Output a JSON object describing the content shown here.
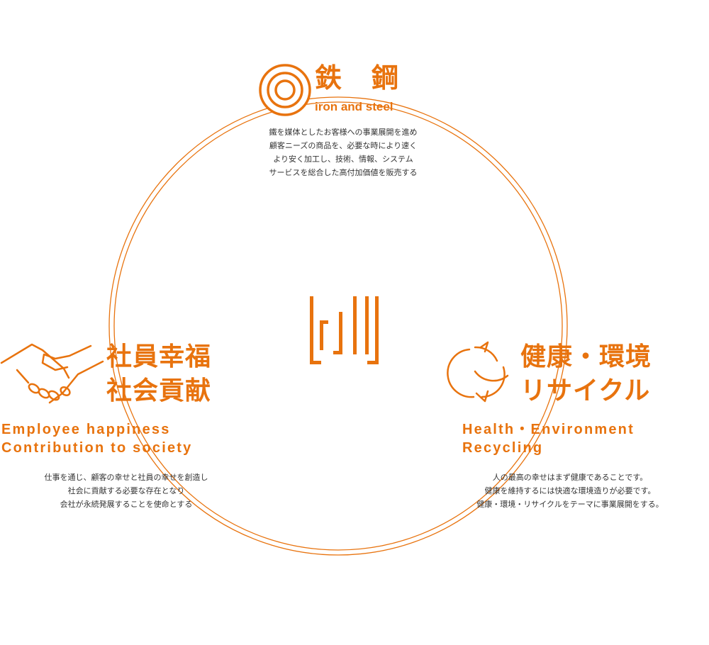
{
  "colors": {
    "accent": "#e8730e",
    "text": "#333333",
    "background": "#ffffff"
  },
  "center": {
    "logo_icon": "company-logo-icon"
  },
  "iron": {
    "title": "鉄　鋼",
    "subtitle": "iron and steel",
    "icon": "target-rings-icon",
    "desc": [
      "鐵を媒体としたお客様への事業展開を進め",
      "顧客ニーズの商品を、必要な時により速く",
      "より安く加工し、技術、情報、システム",
      "サービスを総合した高付加価値を販売する"
    ]
  },
  "social": {
    "title_lines": [
      "社員幸福",
      "社会貢献"
    ],
    "subtitle_lines": [
      "Employee happiness",
      "Contribution to society"
    ],
    "icon": "handshake-icon",
    "desc": [
      "仕事を通じ、顧客の幸せと社員の幸せを創造し",
      "社会に貢献する必要な存在となり",
      "会社が永続発展することを使命とする"
    ]
  },
  "health": {
    "title_lines": [
      "健康・環境",
      "リサイクル"
    ],
    "subtitle_lines": [
      "Health・Environment",
      "Recycling"
    ],
    "icon": "recycle-arrows-icon",
    "desc": [
      "人の最高の幸せはまず健康であることです。",
      "健康を維持するには快適な環境造りが必要です。",
      "健康・環境・リサイクルをテーマに事業展開をする。"
    ]
  }
}
